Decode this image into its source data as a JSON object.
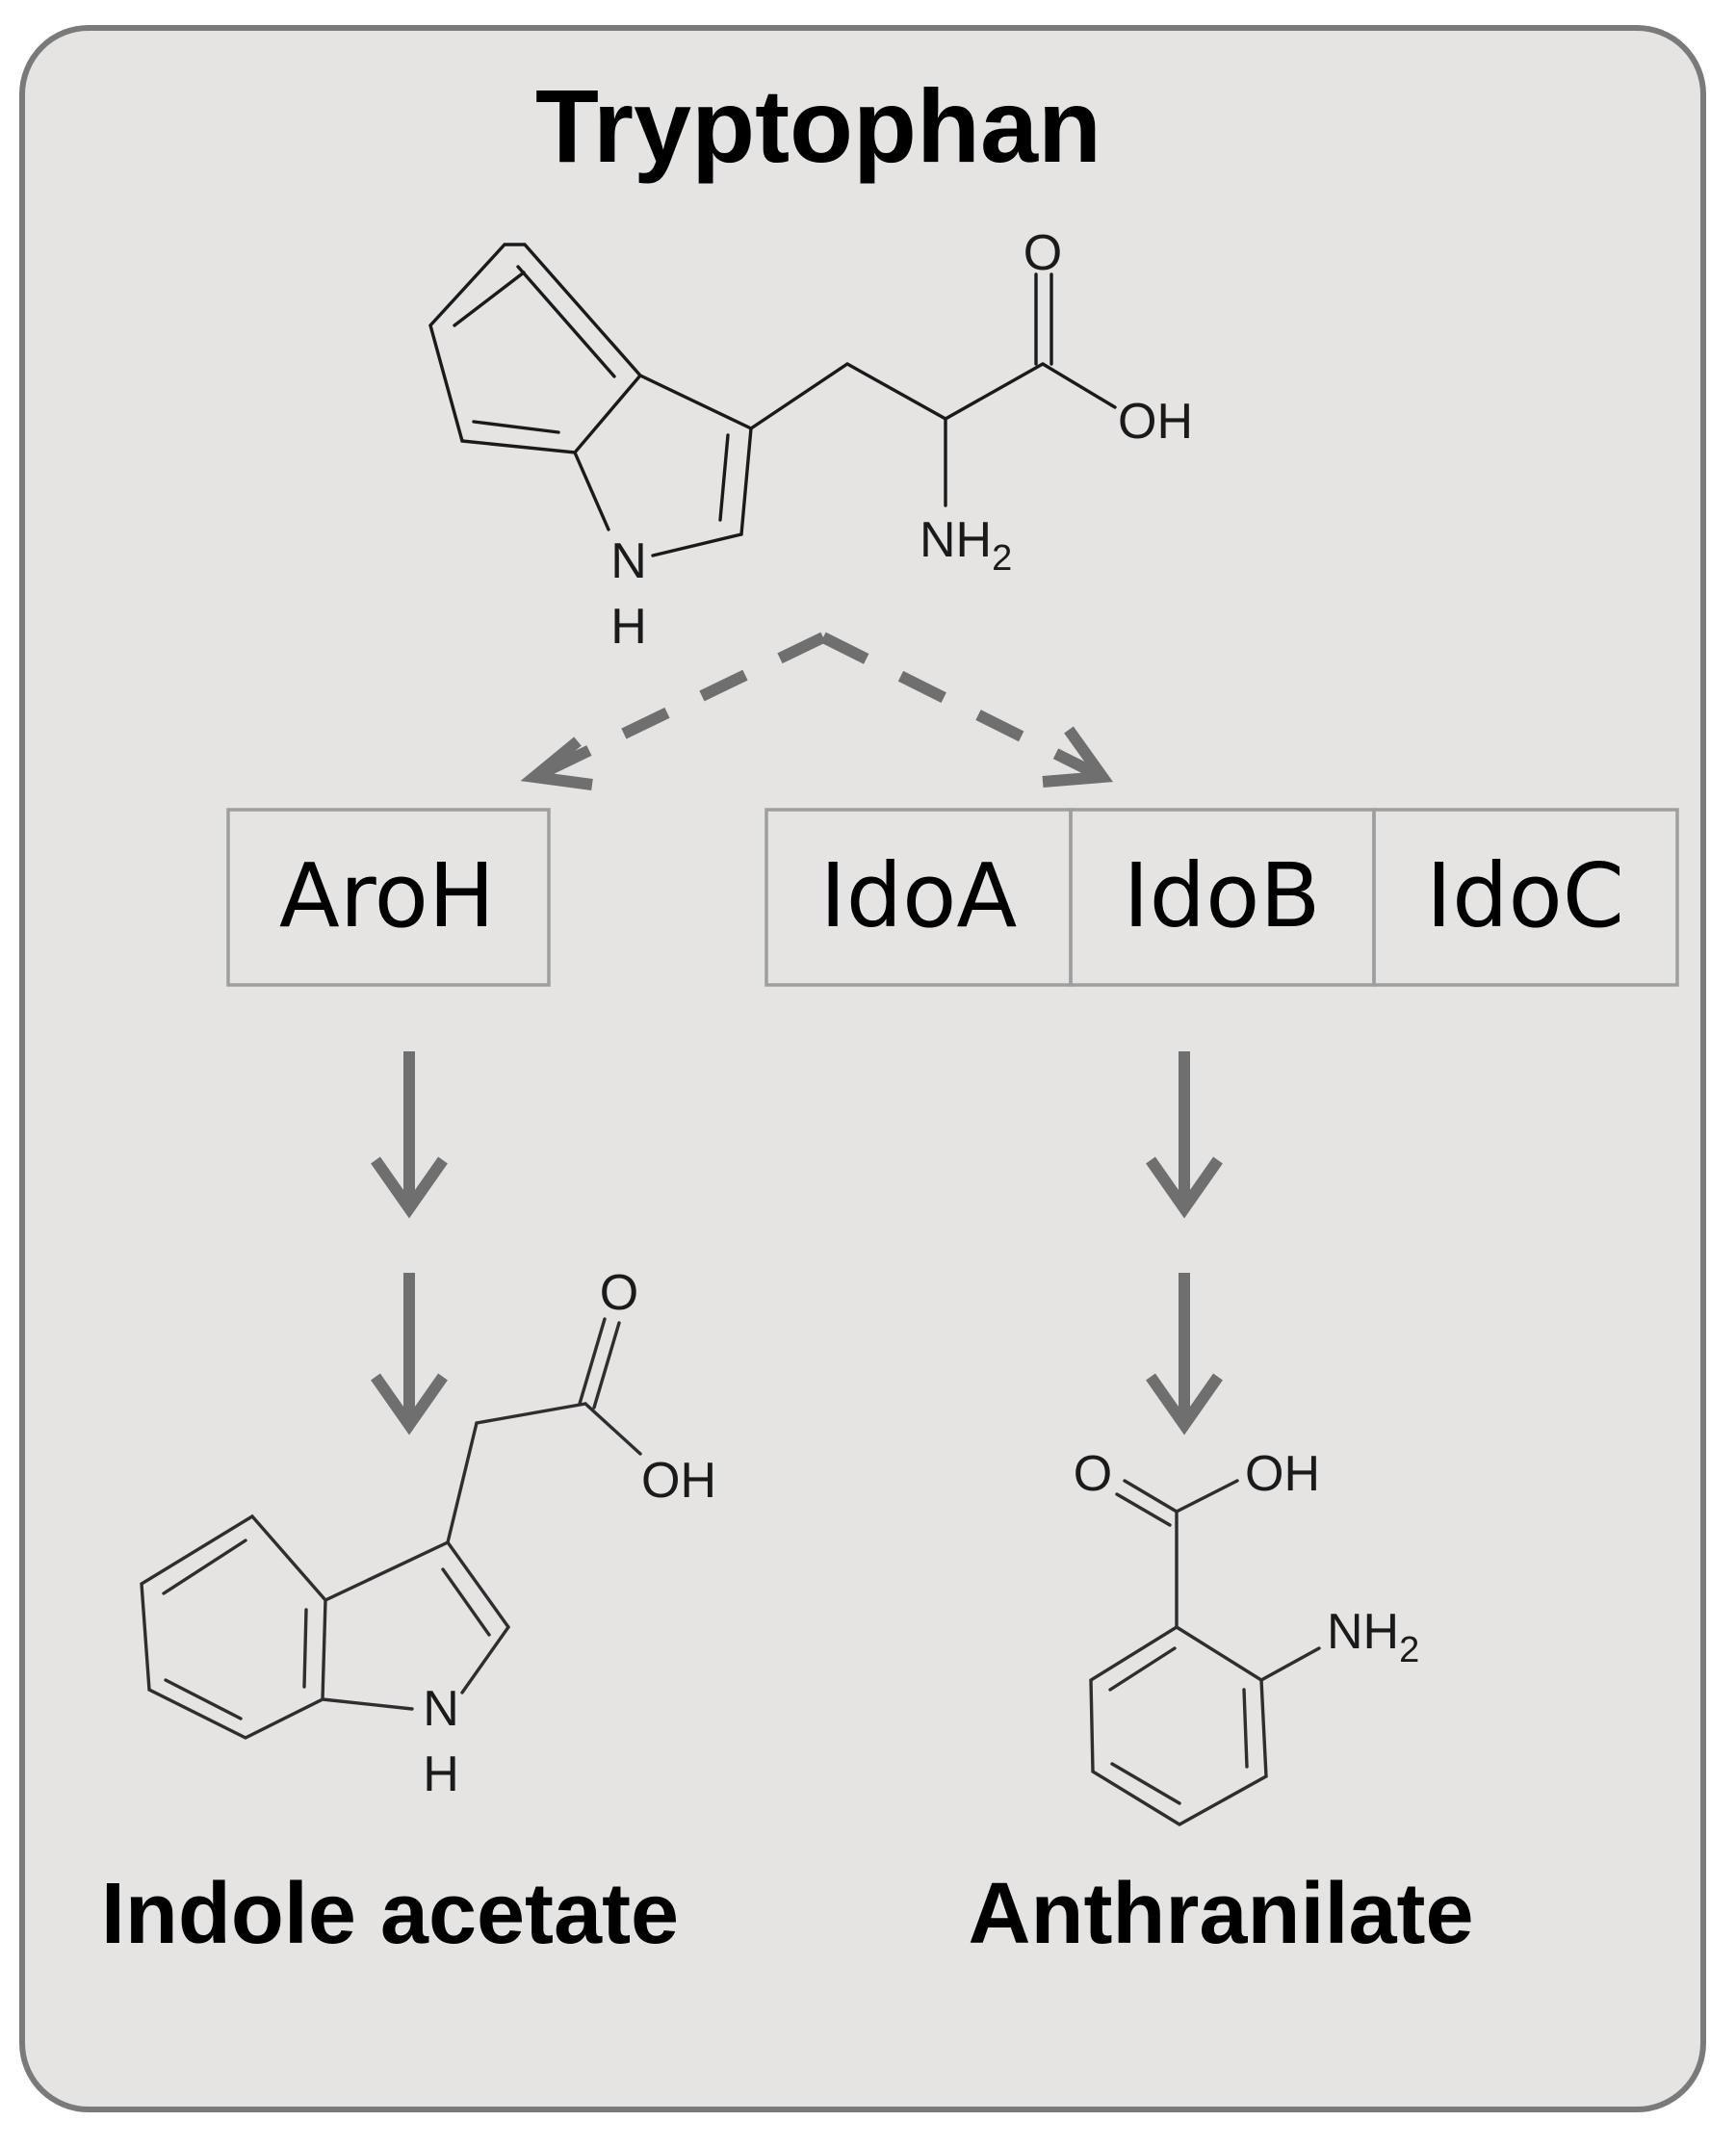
{
  "substrate": {
    "name": "Tryptophan",
    "atoms": {
      "o": "O",
      "oh": "OH",
      "nh2": "NH",
      "nh2_sub": "2",
      "n": "N",
      "h": "H"
    }
  },
  "enzymes": {
    "left": [
      "AroH"
    ],
    "right": [
      "IdoA",
      "IdoB",
      "IdoC"
    ]
  },
  "products": {
    "left": {
      "name": "Indole acetate",
      "atoms": {
        "o": "O",
        "oh": "OH",
        "n": "N",
        "h": "H"
      }
    },
    "right": {
      "name": "Anthranilate",
      "atoms": {
        "o": "O",
        "oh": "OH",
        "nh2": "NH",
        "nh2_sub": "2"
      }
    }
  },
  "colors": {
    "panel": "#e6e4e3",
    "panel_border": "#7a7a7a",
    "arrow": "#6f6f6f",
    "box_border": "#9e9e9e"
  }
}
